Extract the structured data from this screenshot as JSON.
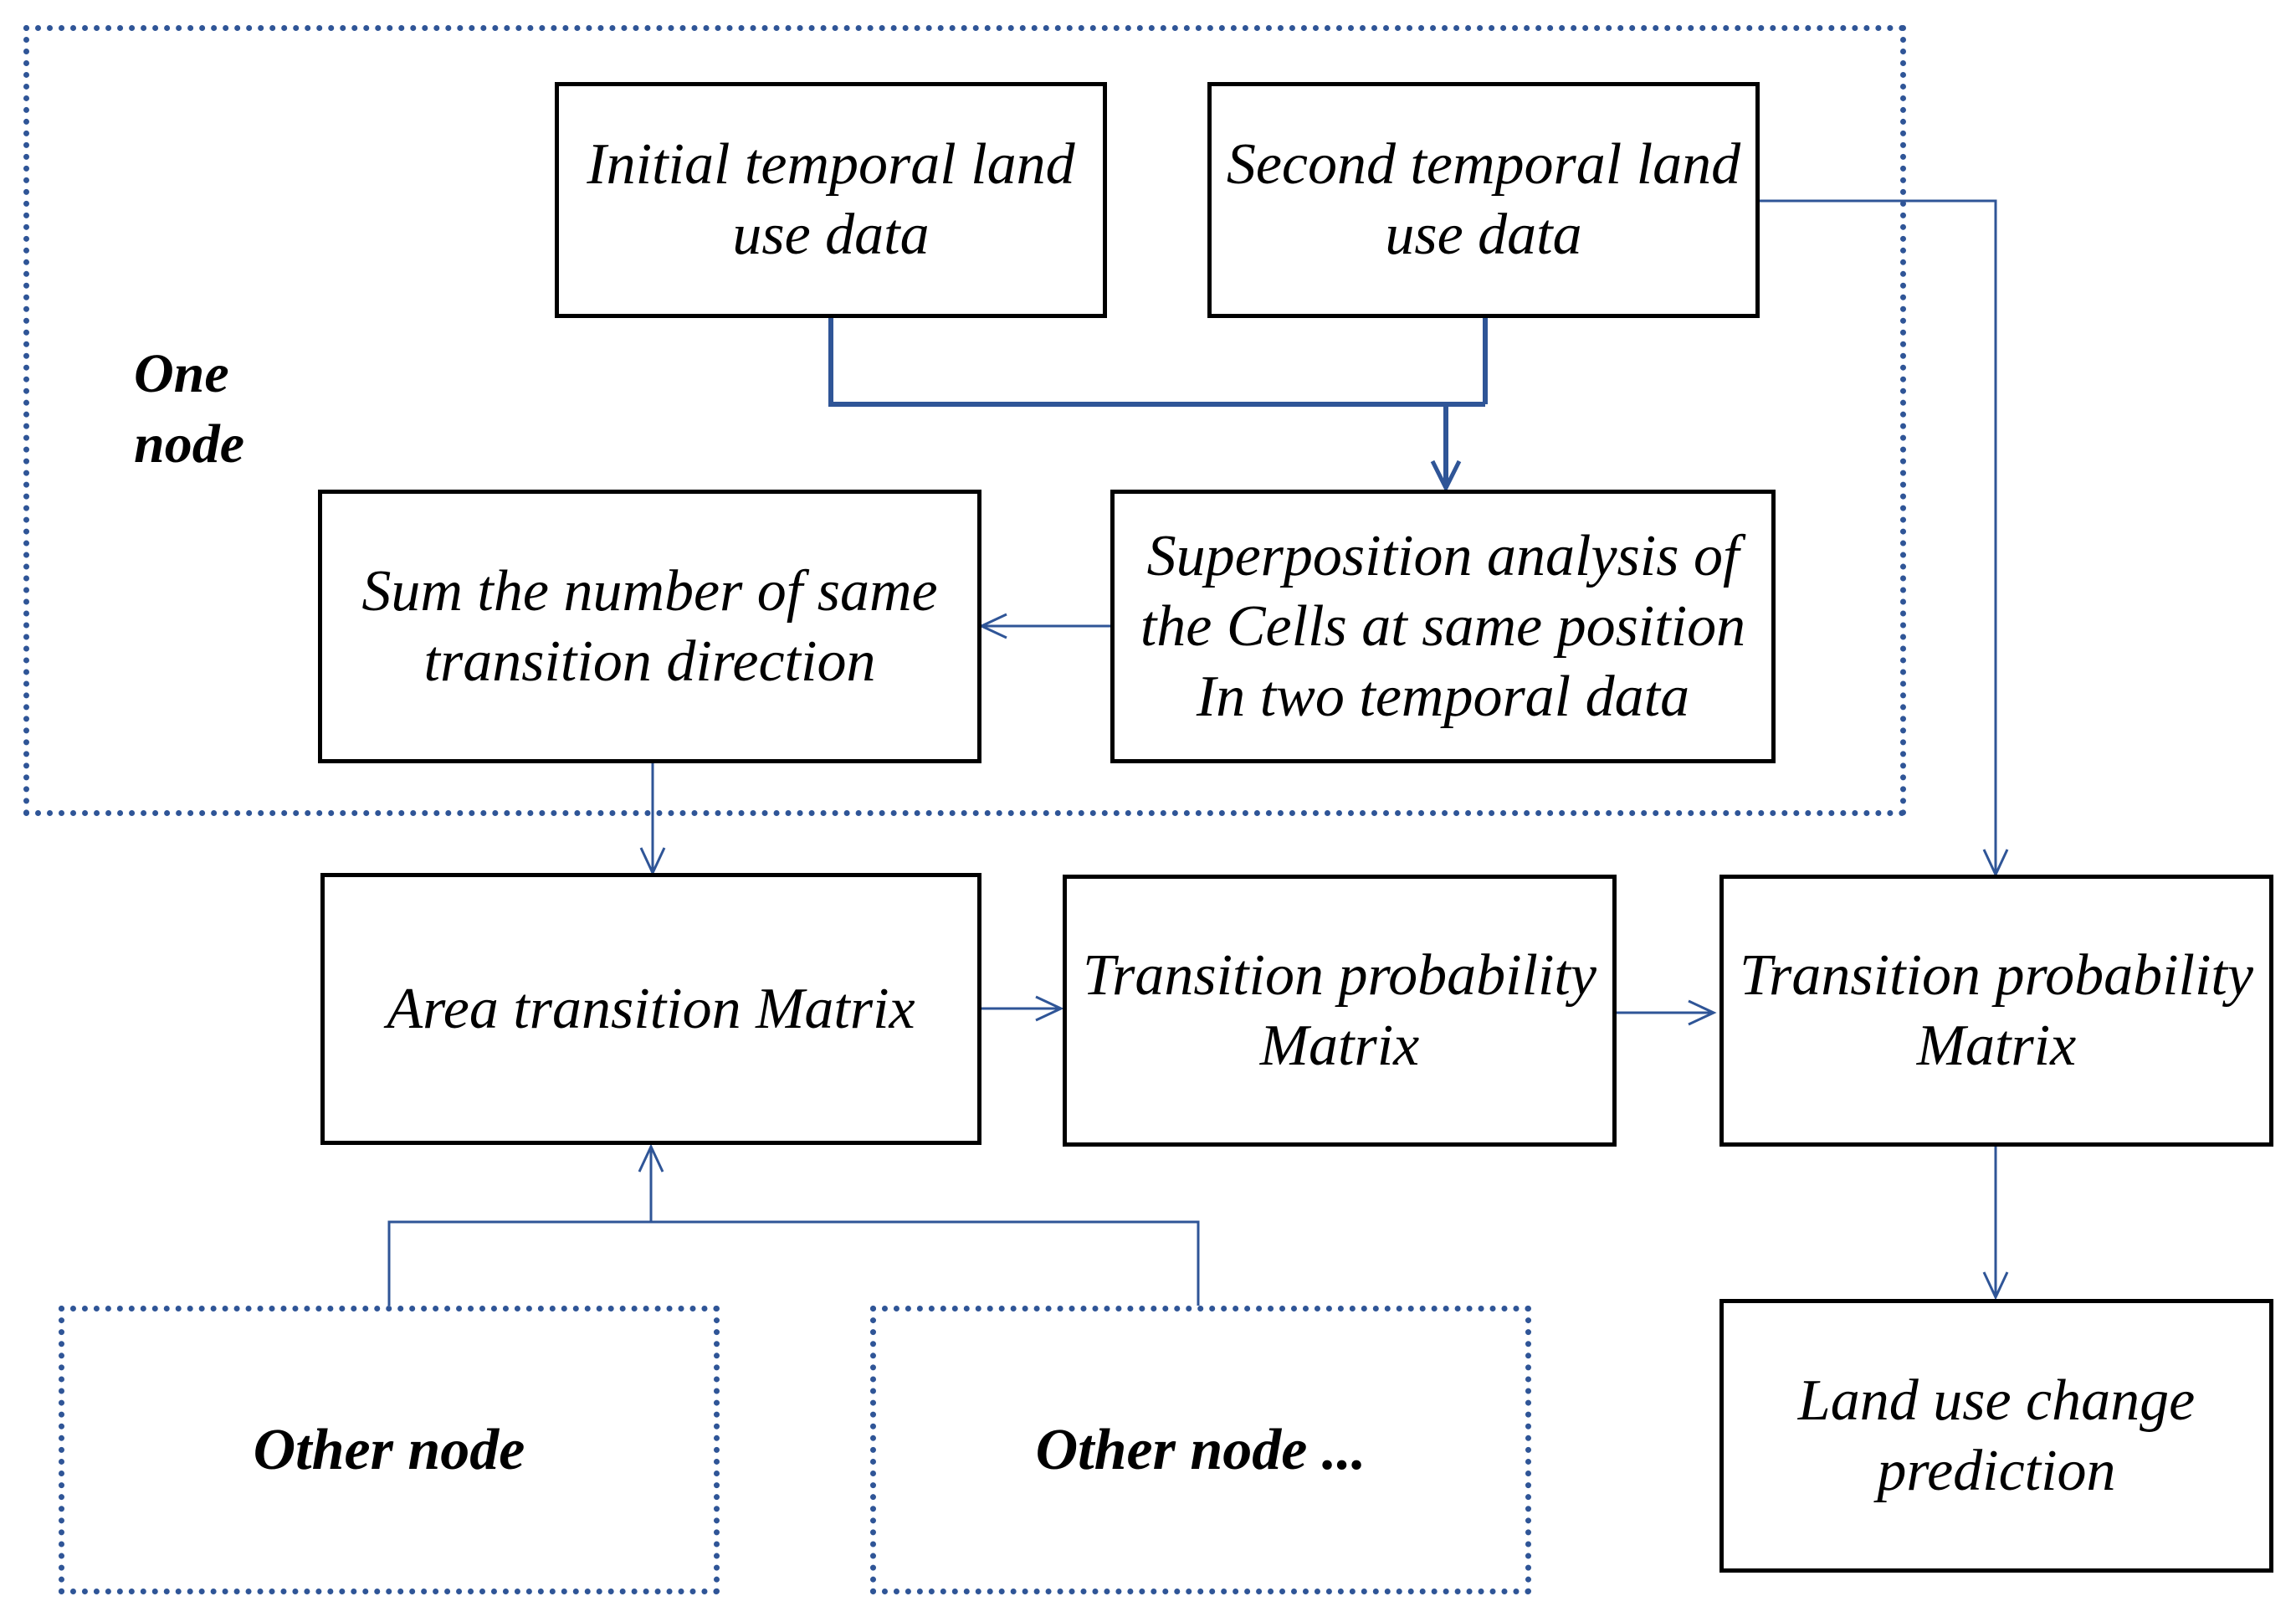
{
  "group_label": "One\nnode",
  "boxes": {
    "initial_data": "Initial temporal land use data",
    "second_data": "Second temporal land use data",
    "superposition": "Superposition analysis of the Cells at same position In two temporal data",
    "sum_transition": "Sum the number of same transition direction",
    "area_matrix": "Area transition Matrix",
    "prob_matrix_1": "Transition probability Matrix",
    "prob_matrix_2": "Transition probability Matrix",
    "prediction": "Land use change prediction"
  },
  "other_nodes": {
    "first": "Other node",
    "second": "Other node ..."
  },
  "colors": {
    "connector": "#2f5597",
    "dotted_border": "#2f5597",
    "box_border": "#000000"
  }
}
